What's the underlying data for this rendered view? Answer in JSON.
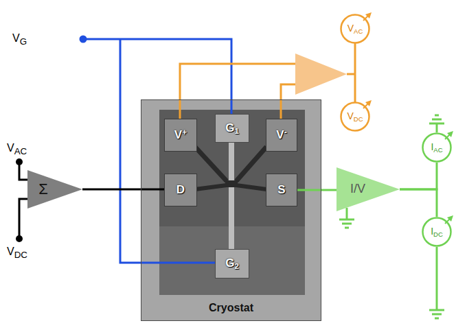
{
  "diagram": {
    "nodes": [
      {
        "text": [
          "Cryostat"
        ]
      },
      {
        "text": [
          "V+"
        ],
        "in": 0
      },
      {
        "text": [
          "G1"
        ],
        "in": 0
      },
      {
        "text": [
          "V-"
        ],
        "in": 0
      },
      {
        "text": [
          "D"
        ],
        "in": 0
      },
      {
        "text": [
          "S"
        ],
        "in": 0
      },
      {
        "text": [
          "G2"
        ],
        "in": 0
      },
      {
        "text": [
          "Σ"
        ]
      },
      {
        "text": [
          "I/V"
        ]
      },
      {
        "text": [
          "VAC"
        ]
      },
      {
        "text": [
          "VDC"
        ]
      },
      {
        "text": [
          "IAC"
        ]
      },
      {
        "text": [
          "IDC"
        ]
      }
    ],
    "edges": [
      {
        "from": 7,
        "to": 4,
        "arrow": "none"
      },
      {
        "from": 5,
        "to": 8,
        "arrow": "none"
      },
      {
        "from": 8,
        "to": 11,
        "arrow": "none"
      },
      {
        "from": 8,
        "to": 12,
        "arrow": "none"
      }
    ],
    "labels": [
      "VG",
      "VAC",
      "VDC"
    ]
  }
}
